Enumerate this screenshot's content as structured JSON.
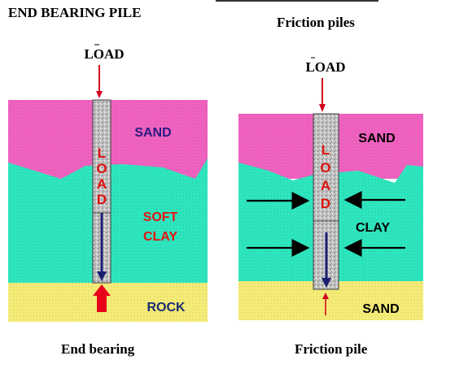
{
  "left_diagram": {
    "title": "END BEARING PILE",
    "load_label": "LOAD",
    "pile_text": "LOAD",
    "layers": {
      "top": "SAND",
      "middle_line1": "SOFT",
      "middle_line2": "CLAY",
      "bottom": "ROCK"
    },
    "caption": "End bearing"
  },
  "right_diagram": {
    "title": "Friction piles",
    "load_label": "LOAD",
    "pile_text": "LOAD",
    "layers": {
      "top": "SAND",
      "middle": "CLAY",
      "bottom": "SAND"
    },
    "caption": "Friction pile"
  },
  "colors": {
    "sand_top": "#f062c0",
    "clay": "#2ee6be",
    "bottom_layer": "#f5ec78",
    "pile": "#bdbdbd",
    "load_text": "#e01010",
    "sand_label": "#2a1a80",
    "soft_clay_label": "#e81010",
    "rock_label": "#1a2c70",
    "right_label": "#000000",
    "arrow_red": "#d4001e",
    "arrow_blue": "#1a2070"
  }
}
